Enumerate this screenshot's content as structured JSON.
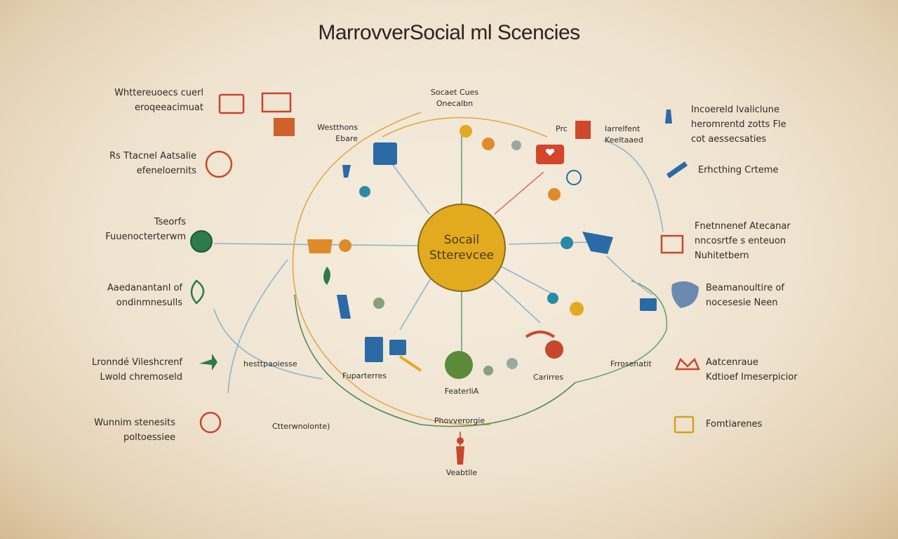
{
  "title": "MarrovverSocial ml Scencies",
  "hub": {
    "line1": "Socail",
    "line2": "Stterevcee"
  },
  "colors": {
    "hub": "#e2ab1f",
    "hub_stroke": "#8a6a18",
    "red": "#c8462c",
    "blue": "#2a6aa6",
    "green": "#2d7a4a",
    "orange": "#e08a2a",
    "line_green": "#6aa07a",
    "line_orange": "#e4a64a",
    "line_blue": "#8fb4cc"
  },
  "labels": {
    "left_1": [
      "Whttereuoecs cuerl",
      "eroqeeacimuat"
    ],
    "left_2": [
      "Rs Ttacnel Aatsalie",
      "efeneloernits"
    ],
    "left_3": [
      "Tseorfs",
      "Fuuenocterterwm"
    ],
    "left_4": [
      "Aaedanantanl of",
      "ondinmnesulls"
    ],
    "left_5": [
      "Lronndé Vileshcrenf",
      "Lwold chremoseld"
    ],
    "left_6": [
      "Wunnim stenesits",
      "poltoessiee"
    ],
    "top_center": [
      "Socaet Cues",
      "Onecalbn"
    ],
    "inner_top_left": [
      "Westthons",
      "Ebare"
    ],
    "inner_top_right_a": "Prc",
    "inner_top_right_b": [
      "Iarrelfent",
      "Keeltaaed"
    ],
    "right_1": [
      "Incoereld lvaliclune",
      "heromrentd zotts Fle",
      "cot aessecsaties"
    ],
    "right_2": "Erhcthing Crteme",
    "right_3": [
      "Fnetnnenef Atecanar",
      "nncosrtfe s enteuon",
      "Nuhitetbern"
    ],
    "right_4": [
      "Beamanoultire of",
      "nocesesie Neen"
    ],
    "right_5": [
      "Aatcenraue",
      "Kdtioef Imeserpicior"
    ],
    "right_6": "Fomtiarenes",
    "inner_left_low": "hesttpaoiesse",
    "inner_right_low": "Frrosenatit",
    "bottom_a": "Fuparterres",
    "bottom_b": "FeaterliA",
    "bottom_c": "Carirres",
    "bottom_d": "Phovverorgie",
    "bottom_e": "Ctterwnolonte)",
    "bottom_f": "Veabtlle"
  },
  "icons": {
    "left_1": [
      "briefcase-icon",
      "building-icon",
      "shop-icon"
    ],
    "left_2": "network-knot-icon",
    "left_3": "globe-icon",
    "left_4": "leaf-icon",
    "left_5": "arrow-right-icon",
    "left_6": "scales-icon",
    "right_1": "flask-icon",
    "right_2": "tools-icon",
    "right_3": "factory-icon",
    "right_4": "map-icon",
    "right_5": "crown-icon",
    "right_6": "chest-icon",
    "inner": "ring-icons",
    "hub": "hub-circle-icon",
    "bottom": "person-icon"
  }
}
